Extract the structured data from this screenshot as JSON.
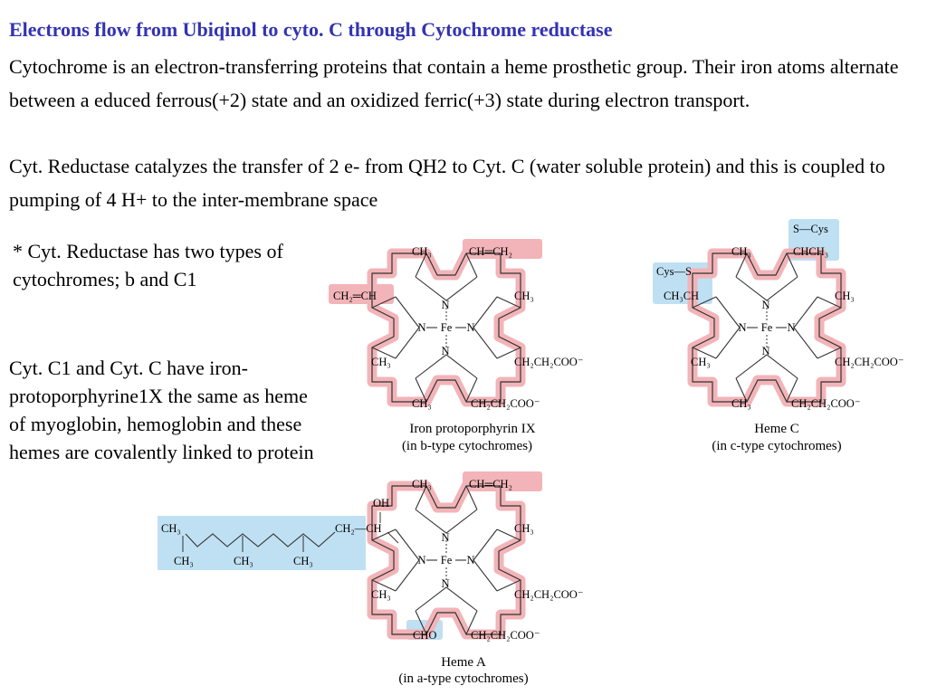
{
  "heading": "Electrons flow from Ubiqinol to cyto. C through Cytochrome reductase",
  "paragraphs": [
    "Cytochrome is an electron-transferring proteins that contain a heme prosthetic group. Their iron atoms alternate between a educed ferrous(+2) state and an oxidized ferric(+3) state during electron transport.",
    "Cyt. Reductase catalyzes the transfer of 2 e- from QH2 to Cyt. C (water soluble protein) and this is coupled to pumping of 4 H+ to the inter-membrane space"
  ],
  "side_notes": [
    "* Cyt. Reductase has two types of cytochromes; b and C1",
    "Cyt. C1 and Cyt. C have iron-protoporphyrine1X the same as heme of myoglobin, hemoglobin and these hemes are covalently linked to protein"
  ],
  "structures": {
    "iron_protoporphyrin": {
      "caption_line1": "Iron protoporphyrin IX",
      "caption_line2": "(in b-type cytochromes)",
      "sub_top_left": "CH₃",
      "sub_top_right": "CH═CH₂",
      "sub_left": "CH₂═CH",
      "sub_right_upper": "CH₃",
      "sub_left_lower": "CH₃",
      "sub_right_lower": "CH₂CH₂COO⁻",
      "sub_bottom_left": "CH₃",
      "sub_bottom_right": "CH₂CH₂COO⁻"
    },
    "heme_c": {
      "caption_line1": "Heme C",
      "caption_line2": "(in c-type cytochromes)",
      "sub_top_left": "CH₃",
      "sub_top_right_a": "S—Cys",
      "sub_top_right_b": "CHCH₃",
      "sub_left_a": "Cys—S",
      "sub_left_b": "CH₃CH",
      "sub_right_upper": "CH₃",
      "sub_left_lower": "CH₃",
      "sub_right_lower": "CH₂CH₂COO⁻",
      "sub_bottom_left": "CH₃",
      "sub_bottom_right": "CH₂CH₂COO⁻"
    },
    "heme_a": {
      "caption_line1": "Heme A",
      "caption_line2": "(in a-type cytochromes)",
      "sub_top_left": "CH₃",
      "sub_top_right": "CH═CH₂",
      "sub_oh": "OH",
      "sub_chain_end": "CH₂—CH",
      "sub_chain_ch3_start": "CH₃",
      "sub_chain_ch3_a": "CH₃",
      "sub_chain_ch3_b": "CH₃",
      "sub_chain_ch3_c": "CH₃",
      "sub_right_upper": "CH₃",
      "sub_left_lower": "CH₃",
      "sub_right_lower": "CH₂CH₂COO⁻",
      "sub_bottom_left": "CHO",
      "sub_bottom_right": "CH₂CH₂COO⁻"
    },
    "core_atoms": {
      "fe": "Fe",
      "n": "N"
    }
  },
  "colors": {
    "heading": "#3333b3",
    "ring_highlight": "#f2b4b8",
    "ring_stroke": "#d9707a",
    "substituent_highlight": "#f2b4b8",
    "modified_highlight": "#bfe0f2"
  }
}
